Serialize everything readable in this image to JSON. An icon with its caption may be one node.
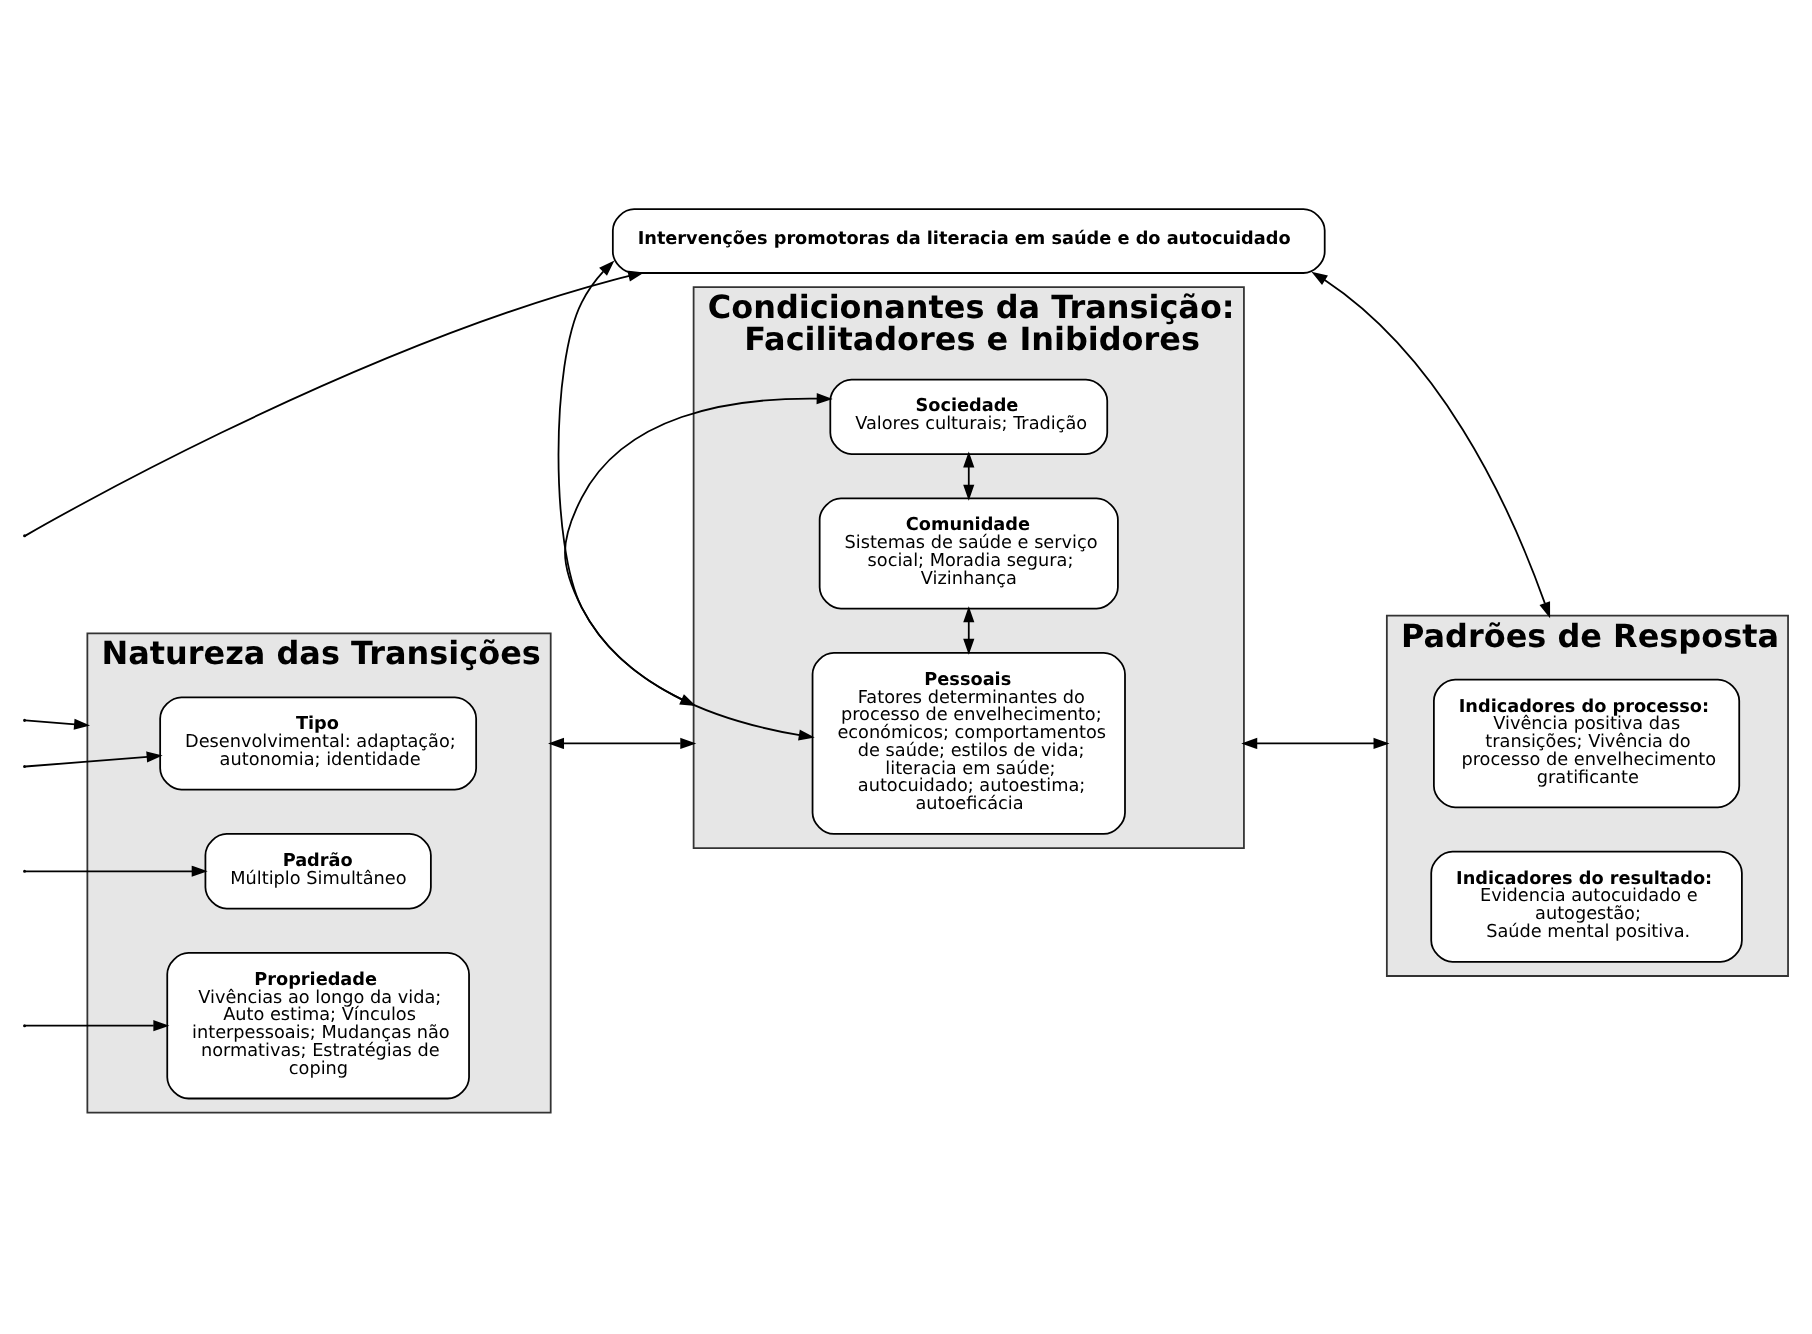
{
  "diagram": {
    "nodes": [
      {
        "text": [
          "Natureza das Transições"
        ]
      },
      {
        "text": [
          "Tipo",
          "Desenvolvimental: adaptação; autonomia; identidade"
        ],
        "in": 0
      },
      {
        "text": [
          "Padrão",
          "Múltiplo Simultâneo"
        ],
        "in": 0
      },
      {
        "text": [
          "Propriedade",
          "Vivências ao longo da vida; Auto estima; Vínculos interpessoais; Mudanças não normativas; Estratégias de coping"
        ],
        "in": 0
      },
      {
        "text": [
          "Condicionantes da Transição: Facilitadores e Inibidores"
        ]
      },
      {
        "text": [
          "Pessoais",
          "Fatores determinantes do processo de envelhecimento;",
          "económicos; comportamentos de saúde; estilos de vida; literacia em saúde; autocuidado; autoestima; autoeficácia"
        ],
        "in": 4
      },
      {
        "text": [
          "Comunidade",
          "Sistemas de saúde e serviço social; Moradia segura; Vizinhança"
        ],
        "in": 4
      },
      {
        "text": [
          "Sociedade",
          "Valores culturais; Tradição"
        ],
        "in": 4
      },
      {
        "text": [
          "Padrões de Resposta"
        ]
      },
      {
        "text": [
          "Indicadores do processo:",
          "Vivência positiva das transições; Vivência do processo de envelhecimento gratificante"
        ],
        "in": 8
      },
      {
        "text": [
          "Indicadores do resultado:",
          "Evidencia autocuidado e autogestão;",
          "Saúde mental positiva."
        ],
        "in": 8
      },
      {
        "text": [
          "Intervenções promotoras da literacia em saúde e do autocuidado"
        ]
      }
    ],
    "edges": [
      {
        "from": null,
        "to": 0,
        "arrow": "to"
      },
      {
        "from": null,
        "to": 1,
        "arrow": "to"
      },
      {
        "from": null,
        "to": 2,
        "arrow": "to"
      },
      {
        "from": null,
        "to": 3,
        "arrow": "to"
      },
      {
        "from": 0,
        "to": 4,
        "arrow": "both"
      },
      {
        "from": 5,
        "to": 6,
        "arrow": "both"
      },
      {
        "from": 5,
        "to": 7,
        "arrow": "both"
      },
      {
        "from": 6,
        "to": 7,
        "arrow": "both"
      },
      {
        "from": 4,
        "to": 8,
        "arrow": "both"
      },
      {
        "from": 4,
        "to": 11,
        "arrow": "both"
      },
      {
        "from": 8,
        "to": 11,
        "arrow": "both"
      },
      {
        "from": null,
        "to": 11,
        "arrow": "to"
      }
    ]
  }
}
